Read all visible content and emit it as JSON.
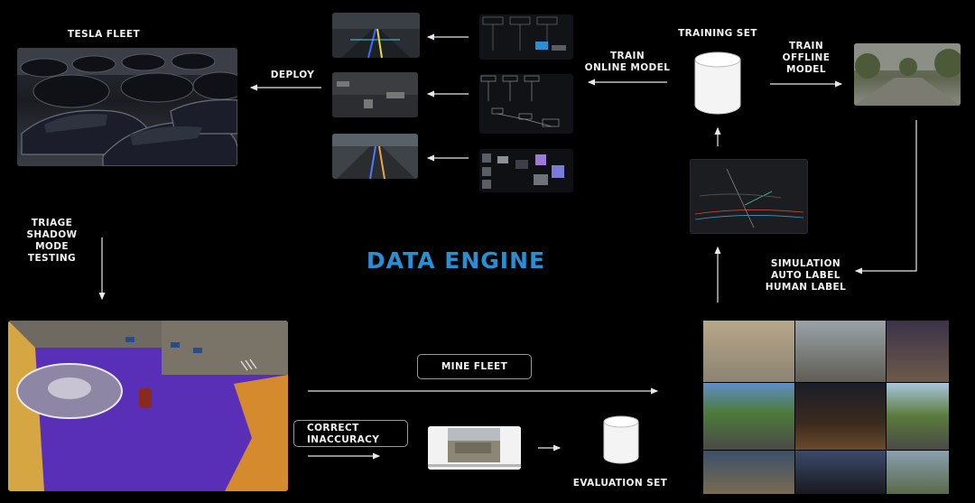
{
  "diagram": {
    "title": "DATA ENGINE",
    "labels": {
      "tesla_fleet": "TESLA FLEET",
      "deploy": "DEPLOY",
      "train_online": [
        "TRAIN",
        "ONLINE MODEL"
      ],
      "training_set": "TRAINING SET",
      "train_offline": [
        "TRAIN",
        "OFFLINE",
        "MODEL"
      ],
      "triage": [
        "TRIAGE",
        "SHADOW",
        "MODE",
        "TESTING"
      ],
      "simulation": [
        "SIMULATION",
        "AUTO LABEL",
        "HUMAN LABEL"
      ],
      "mine_fleet": "MINE FLEET",
      "correct": [
        "CORRECT",
        "INACCURACY"
      ],
      "evaluation_set": "EVALUATION SET"
    }
  }
}
